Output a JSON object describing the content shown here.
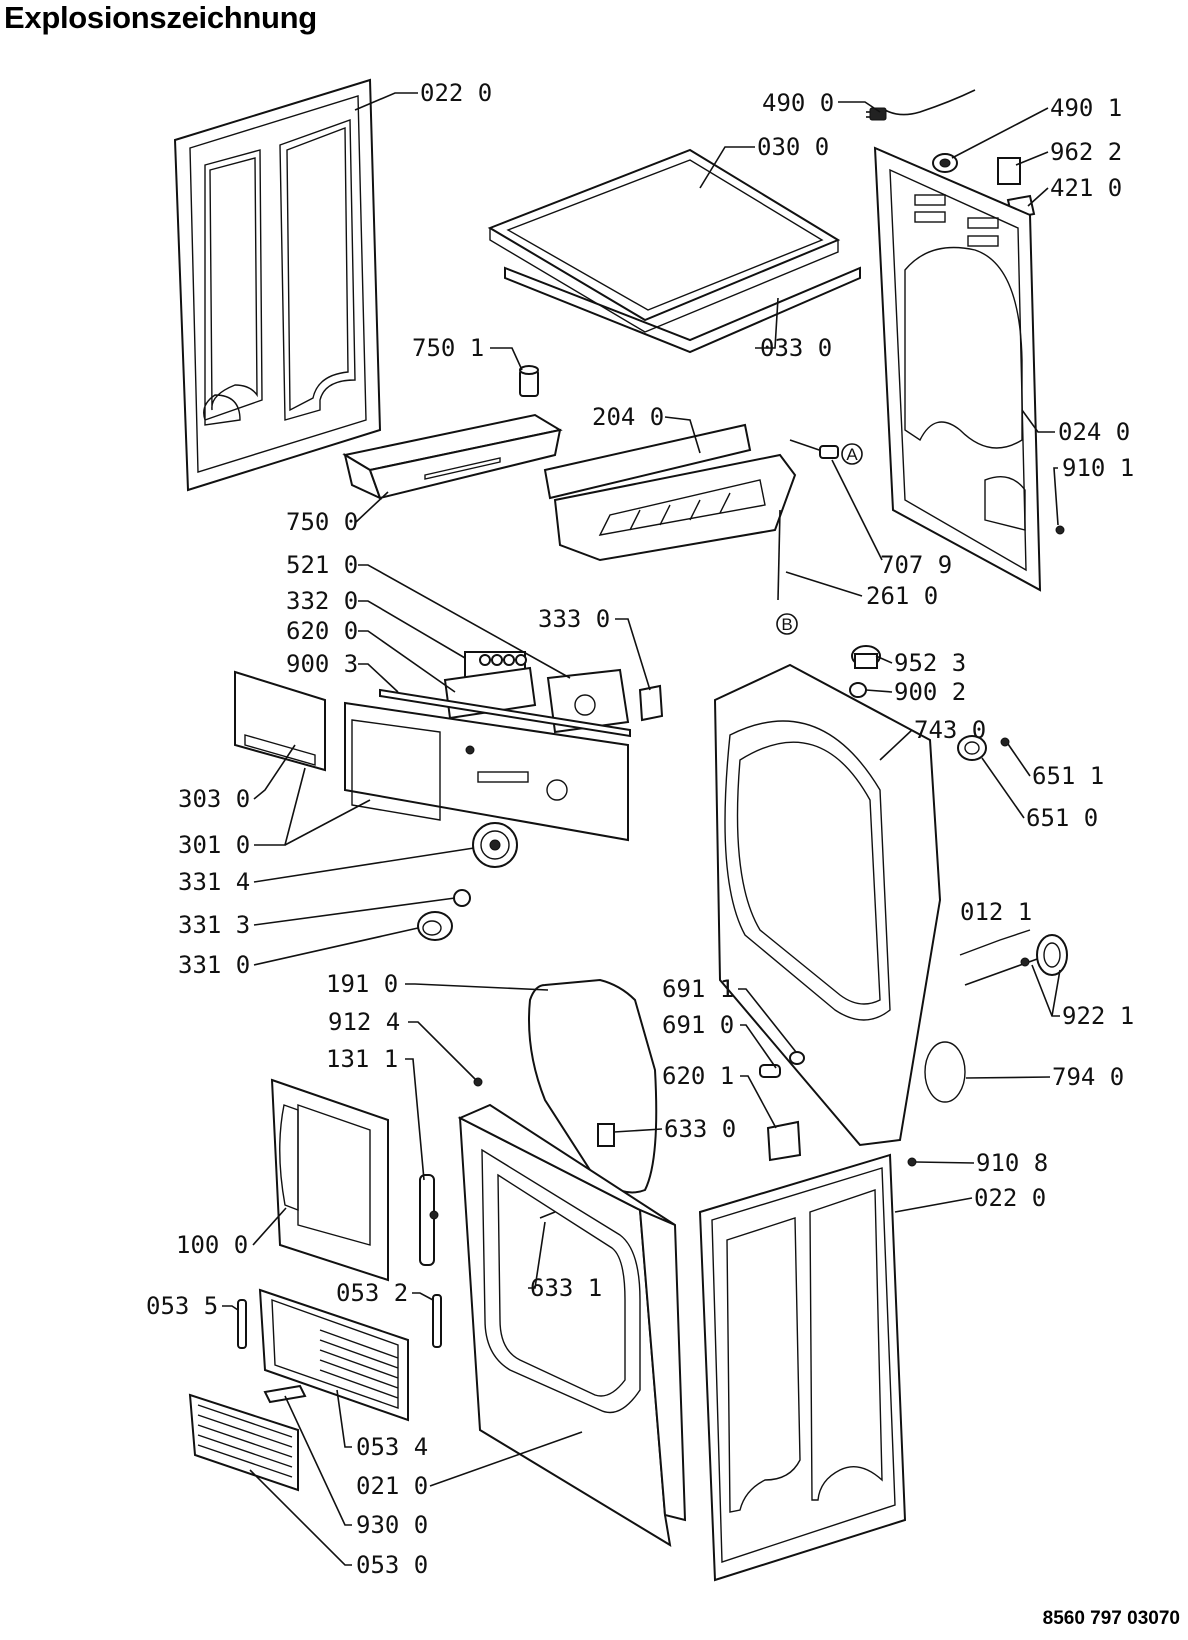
{
  "title": "Explosionszeichnung",
  "document_number": "8560 797 03070",
  "callouts": {
    "A": "A",
    "B": "B"
  },
  "parts": [
    {
      "id": "p1",
      "label": "022 0",
      "component": "side-panel-left"
    },
    {
      "id": "p2",
      "label": "490 0",
      "component": "power-cord"
    },
    {
      "id": "p3",
      "label": "490 1",
      "component": "cord-grommet"
    },
    {
      "id": "p4",
      "label": "030 0",
      "component": "top-cover"
    },
    {
      "id": "p5",
      "label": "962 2",
      "component": "label-sticker"
    },
    {
      "id": "p6",
      "label": "421 0",
      "component": "clip"
    },
    {
      "id": "p7",
      "label": "033 0",
      "component": "top-cover-tray"
    },
    {
      "id": "p8",
      "label": "750 1",
      "component": "cap"
    },
    {
      "id": "p9",
      "label": "204 0",
      "component": "water-tank-housing"
    },
    {
      "id": "p10",
      "label": "024 0",
      "component": "rear-panel"
    },
    {
      "id": "p11",
      "label": "910 1",
      "component": "screw"
    },
    {
      "id": "p12",
      "label": "750 0",
      "component": "water-container"
    },
    {
      "id": "p13",
      "label": "707 9",
      "component": "hose-connector"
    },
    {
      "id": "p14",
      "label": "521 0",
      "component": "electronic-module"
    },
    {
      "id": "p15",
      "label": "261 0",
      "component": "drain-hose"
    },
    {
      "id": "p16",
      "label": "332 0",
      "component": "button-set"
    },
    {
      "id": "p17",
      "label": "333 0",
      "component": "connector"
    },
    {
      "id": "p18",
      "label": "620 0",
      "component": "pcb-board"
    },
    {
      "id": "p19",
      "label": "900 3",
      "component": "rail"
    },
    {
      "id": "p20",
      "label": "952 3",
      "component": "fan-motor-knob"
    },
    {
      "id": "p21",
      "label": "900 2",
      "component": "plug"
    },
    {
      "id": "p22",
      "label": "743 0",
      "component": "drum-support"
    },
    {
      "id": "p23",
      "label": "651 1",
      "component": "screw"
    },
    {
      "id": "p24",
      "label": "303 0",
      "component": "drawer-handle"
    },
    {
      "id": "p25",
      "label": "651 0",
      "component": "bearing"
    },
    {
      "id": "p26",
      "label": "301 0",
      "component": "control-panel"
    },
    {
      "id": "p27",
      "label": "331 4",
      "component": "knob-dial"
    },
    {
      "id": "p28",
      "label": "012 1",
      "component": "shaft"
    },
    {
      "id": "p29",
      "label": "331 3",
      "component": "knob-insert"
    },
    {
      "id": "p30",
      "label": "331 0",
      "component": "knob"
    },
    {
      "id": "p31",
      "label": "922 1",
      "component": "pulley"
    },
    {
      "id": "p32",
      "label": "191 0",
      "component": "door-seal"
    },
    {
      "id": "p33",
      "label": "691 1",
      "component": "ring"
    },
    {
      "id": "p34",
      "label": "912 4",
      "component": "screw"
    },
    {
      "id": "p35",
      "label": "691 0",
      "component": "sensor"
    },
    {
      "id": "p36",
      "label": "794 0",
      "component": "gasket-ring"
    },
    {
      "id": "p37",
      "label": "131 1",
      "component": "hinge"
    },
    {
      "id": "p38",
      "label": "620 1",
      "component": "switch"
    },
    {
      "id": "p39",
      "label": "633 0",
      "component": "door-latch"
    },
    {
      "id": "p40",
      "label": "910 8",
      "component": "screw"
    },
    {
      "id": "p41",
      "label": "022 0",
      "component": "side-panel-right"
    },
    {
      "id": "p42",
      "label": "100 0",
      "component": "door"
    },
    {
      "id": "p43",
      "label": "633 1",
      "component": "latch-pin"
    },
    {
      "id": "p44",
      "label": "053 5",
      "component": "pin"
    },
    {
      "id": "p45",
      "label": "053 2",
      "component": "pin"
    },
    {
      "id": "p46",
      "label": "053 4",
      "component": "filter-cover"
    },
    {
      "id": "p47",
      "label": "021 0",
      "component": "front-panel"
    },
    {
      "id": "p48",
      "label": "930 0",
      "component": "filter-handle"
    },
    {
      "id": "p49",
      "label": "053 0",
      "component": "filter-grille"
    }
  ]
}
